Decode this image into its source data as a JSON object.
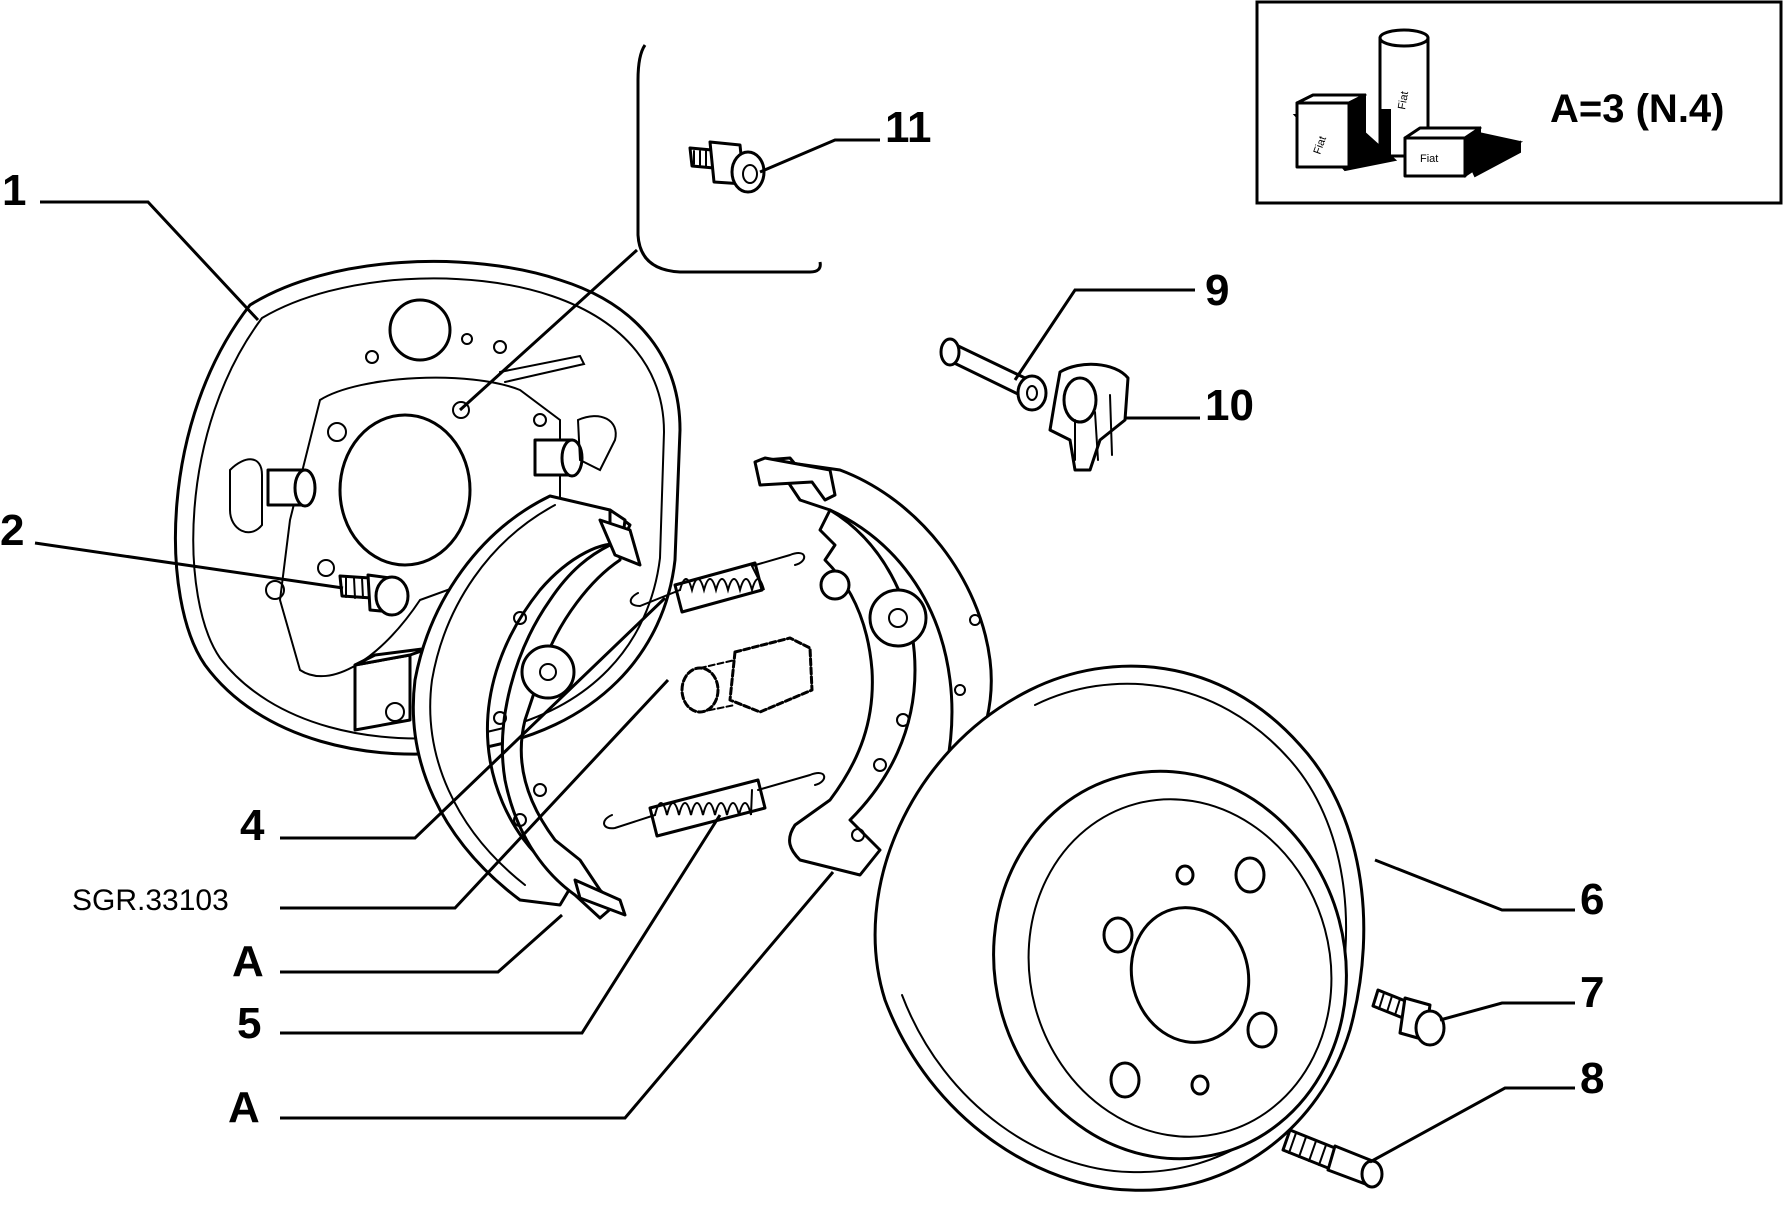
{
  "drawing": {
    "code": "SGR.33103",
    "kit_note": "A=3 (N.4)",
    "kit_brand": "Fiat",
    "labels": {
      "p1": "1",
      "p2": "2",
      "p4": "4",
      "pA1": "A",
      "p5": "5",
      "pA2": "A",
      "p6": "6",
      "p7": "7",
      "p8": "8",
      "p9": "9",
      "p10": "10",
      "p11": "11"
    }
  }
}
